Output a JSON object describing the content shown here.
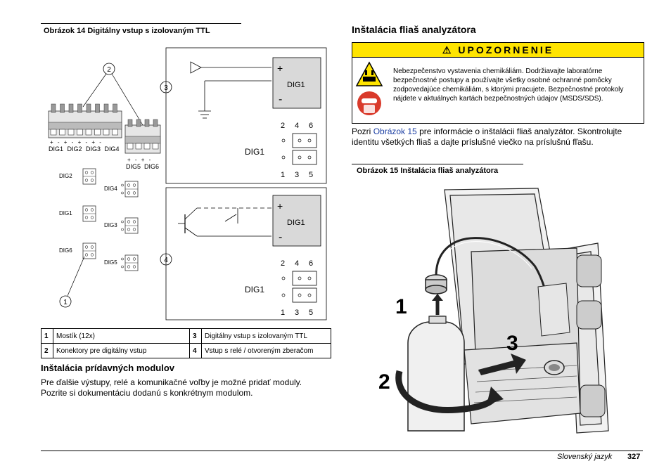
{
  "left": {
    "figure14_caption": "Obrázok 14  Digitálny vstup s izolovaným TTL",
    "diagram": {
      "callouts": [
        "1",
        "2",
        "3",
        "4"
      ],
      "connector_group_labels": [
        "DIG1",
        "DIG2",
        "DIG3",
        "DIG4"
      ],
      "connector_group2_labels": [
        "DIG5",
        "DIG6"
      ],
      "polarity_top": "+ - + - + - + -",
      "polarity_small": "+ - + -",
      "jumper_labels": [
        "DIG2",
        "DIG4",
        "DIG1",
        "DIG3",
        "DIG6",
        "DIG5"
      ],
      "board_label": "DIG1",
      "plus": "+",
      "minus": "-",
      "pins_top": [
        "2",
        "4",
        "6"
      ],
      "pins_bottom": [
        "1",
        "3",
        "5"
      ],
      "side_label": "DIG1"
    },
    "legend": [
      {
        "num": "1",
        "text": "Mostík (12x)",
        "num2": "3",
        "text2": "Digitálny vstup s izolovaným TTL"
      },
      {
        "num": "2",
        "text": "Konektory pre digitálny vstup",
        "num2": "4",
        "text2": "Vstup s relé / otvoreným zberačom"
      }
    ],
    "section_title": "Inštalácia prídavných modulov",
    "section_body": "Pre ďalšie výstupy, relé a komunikačné voľby je možné pridať moduly. Pozrite si dokumentáciu dodanú s konkrétnym modulom."
  },
  "right": {
    "section_title": "Inštalácia fliaš analyzátora",
    "warning": {
      "header": "UPOZORNENIE",
      "text": "Nebezpečenstvo vystavenia chemikáliám. Dodržiavajte laboratórne bezpečnostné postupy a používajte všetky osobné ochranné pomôcky zodpovedajúce chemikáliám, s ktorými pracujete. Bezpečnostné protokoly nájdete v aktuálnych kartách bezpečnostných údajov (MSDS/SDS)."
    },
    "body_prefix": "Pozri ",
    "body_link": "Obrázok 15",
    "body_suffix": " pre informácie o inštalácii fliaš analyzátor. Skontrolujte identitu všetkých fliaš a dajte príslušné viečko na príslušnú fľašu.",
    "figure15_caption": "Obrázok 15  Inštalácia fliaš analyzátora",
    "steps": [
      "1",
      "2",
      "3"
    ]
  },
  "footer": {
    "language": "Slovenský jazyk",
    "page": "327"
  },
  "colors": {
    "warning_yellow": "#ffe400",
    "link_blue": "#1c3fa3",
    "ppe_red": "#d93a2b"
  }
}
